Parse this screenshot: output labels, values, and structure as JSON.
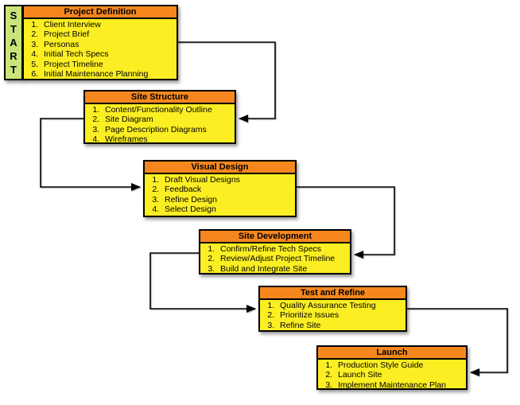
{
  "diagram": {
    "start_label": "START",
    "start_letters": [
      "S",
      "T",
      "A",
      "R",
      "T"
    ],
    "boxes": [
      {
        "title": "Project Definition",
        "items": [
          "Client Interview",
          "Project Brief",
          "Personas",
          "Initial Tech Specs",
          "Project Timeline",
          "Initial Maintenance Planning"
        ]
      },
      {
        "title": "Site Structure",
        "items": [
          "Content/Functionality Outline",
          "Site Diagram",
          "Page Description Diagrams",
          "Wireframes"
        ]
      },
      {
        "title": "Visual Design",
        "items": [
          "Draft Visual Designs",
          "Feedback",
          "Refine Design",
          "Select Design"
        ]
      },
      {
        "title": "Site Development",
        "items": [
          "Confirm/Refine Tech Specs",
          "Review/Adjust Project Timeline",
          "Build and Integrate Site"
        ]
      },
      {
        "title": "Test and Refine",
        "items": [
          "Quality Assurance Testing",
          "Prioritize Issues",
          "Refine Site"
        ]
      },
      {
        "title": "Launch",
        "items": [
          "Production Style Guide",
          "Launch Site",
          "Implement Maintenance Plan"
        ]
      }
    ],
    "colors": {
      "box_header": "#F6871F",
      "box_body": "#FBEE23",
      "start_fill": "#C9E57A",
      "connector": "#000000"
    }
  }
}
